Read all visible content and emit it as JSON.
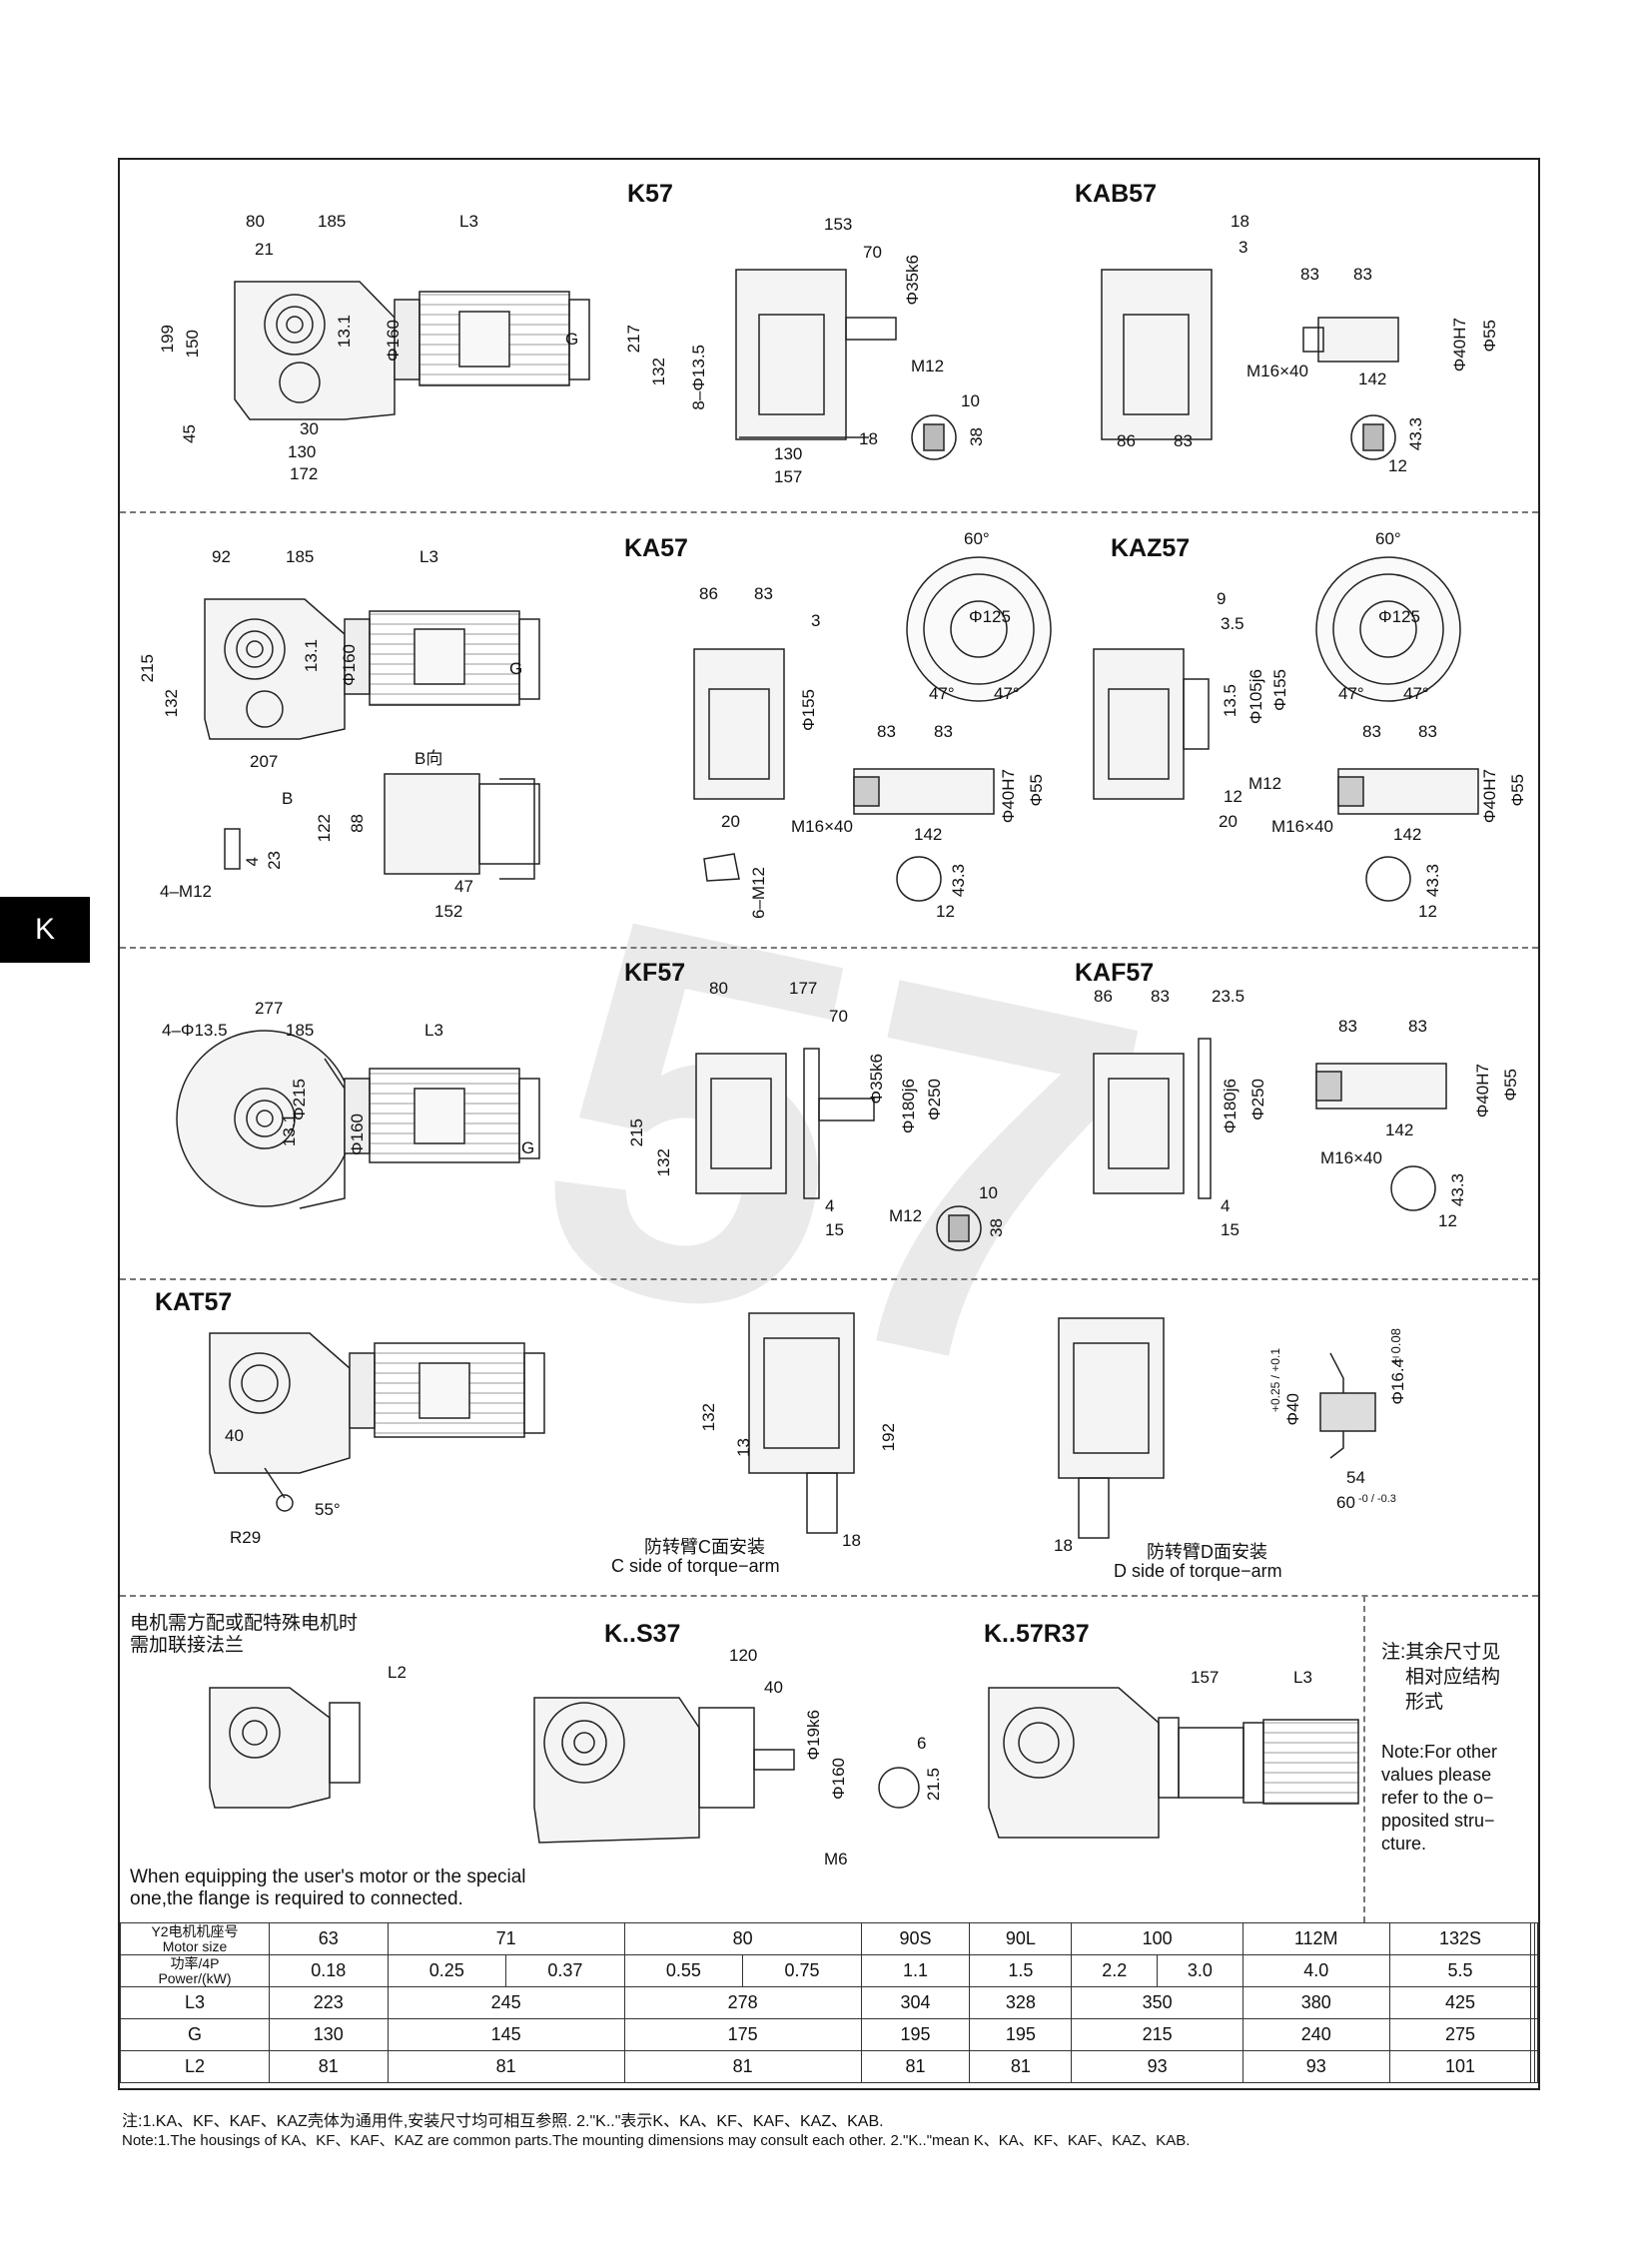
{
  "tab": "K",
  "sections": {
    "k57": "K57",
    "kab57": "KAB57",
    "ka57": "KA57",
    "kaz57": "KAZ57",
    "kf57": "KF57",
    "kaf57": "KAF57",
    "kat57": "KAT57",
    "ks37": "K..S37",
    "k57r37": "K..57R37"
  },
  "k57_dims": {
    "d80": "80",
    "d185": "185",
    "l3": "L3",
    "d21": "21",
    "d199": "199",
    "d150": "150",
    "d45": "45",
    "d131": "13.1",
    "phi160": "Φ160",
    "g": "G",
    "d30": "30",
    "d130": "130",
    "d172": "172",
    "d153": "153",
    "d70": "70",
    "phi35k6": "Φ35k6",
    "d217": "217",
    "d132": "132",
    "d8phi": "8–Φ13.5",
    "m12": "M12",
    "d18": "18",
    "d157": "157",
    "d10": "10",
    "d38": "38"
  },
  "kab57_dims": {
    "d18": "18",
    "d3": "3",
    "d83a": "83",
    "d83b": "83",
    "m16x40": "M16×40",
    "d142": "142",
    "phi40h7": "Φ40H7",
    "phi55": "Φ55",
    "d86": "86",
    "d83c": "83",
    "d433": "43.3",
    "d12": "12"
  },
  "ka57_dims": {
    "d92": "92",
    "d185": "185",
    "l3": "L3",
    "d215": "215",
    "d132": "132",
    "d131": "13.1",
    "phi160": "Φ160",
    "g": "G",
    "d207": "207",
    "b": "B",
    "bdir": "B向",
    "d122": "122",
    "d88": "88",
    "d47": "47",
    "d152": "152",
    "d4": "4",
    "d23": "23",
    "m4": "4–M12",
    "d86": "86",
    "d83": "83",
    "d3": "3",
    "phi155": "Φ155",
    "d20": "20",
    "m6": "6–M12",
    "d83a": "83",
    "d83b": "83",
    "m16x40": "M16×40",
    "d142": "142",
    "phi40h7": "Φ40H7",
    "phi55": "Φ55",
    "d433": "43.3",
    "d12": "12",
    "a60": "60°",
    "phi125": "Φ125",
    "a47a": "47°",
    "a47b": "47°"
  },
  "kaz57_dims": {
    "a60": "60°",
    "phi125": "Φ125",
    "a47a": "47°",
    "a47b": "47°",
    "d9": "9",
    "d35": "3.5",
    "d135": "13.5",
    "phi105": "Φ105j6",
    "phi155": "Φ155",
    "m12": "M12",
    "d12": "12",
    "d20": "20",
    "d83a": "83",
    "d83b": "83",
    "m16x40": "M16×40",
    "d142": "142",
    "phi40h7": "Φ40H7",
    "phi55": "Φ55",
    "d433": "43.3",
    "d12b": "12"
  },
  "kf57_dims": {
    "phi4": "4–Φ13.5",
    "d277": "277",
    "d185": "185",
    "l3": "L3",
    "phi215": "Φ215",
    "d131": "13.1",
    "phi160": "Φ160",
    "g": "G",
    "d80": "80",
    "d177": "177",
    "d70": "70",
    "phi35k6": "Φ35k6",
    "phi180": "Φ180j6",
    "phi250": "Φ250",
    "d215": "215",
    "d132": "132",
    "d4": "4",
    "d15": "15",
    "m12": "M12",
    "d10": "10",
    "d38": "38"
  },
  "kaf57_dims": {
    "d86": "86",
    "d83": "83",
    "d235": "23.5",
    "phi180": "Φ180j6",
    "phi250": "Φ250",
    "d4": "4",
    "d15": "15",
    "d83a": "83",
    "d83b": "83",
    "phi40h7": "Φ40H7",
    "phi55": "Φ55",
    "d142": "142",
    "m16x40": "M16×40",
    "d433": "43.3",
    "d12": "12"
  },
  "kat57_dims": {
    "d40": "40",
    "r29": "R29",
    "a55": "55°",
    "d132": "132",
    "d13": "13",
    "d192": "192",
    "d18a": "18",
    "d18b": "18",
    "cside_cn": "防转臂C面安装",
    "cside_en": "C side of torque−arm",
    "dside_cn": "防转臂D面安装",
    "dside_en": "D side of torque−arm",
    "phi40": "Φ40",
    "tol40": "+0.25 / +0.1",
    "phi164": "Φ16.4",
    "tol164": "±0.08",
    "d54": "54",
    "d60": "60",
    "tol60": "-0 / -0.3"
  },
  "flange_note_cn": [
    "电机需方配或配特殊电机时",
    "需加联接法兰"
  ],
  "flange_note_en": [
    "When equipping the user's motor or the special",
    "one,the flange is required to connected."
  ],
  "ks37_dims": {
    "l2": "L2",
    "d120": "120",
    "d40": "40",
    "phi19k6": "Φ19k6",
    "phi160": "Φ160",
    "m6": "M6",
    "d6": "6",
    "d215": "21.5"
  },
  "k57r37_dims": {
    "d157": "157",
    "l3": "L3"
  },
  "side_note_cn": [
    "注:其余尺寸见",
    "相对应结构",
    "形式"
  ],
  "side_note_en": [
    "Note:For other",
    "values please",
    "refer to the o−",
    "pposited stru−",
    "cture."
  ],
  "table": {
    "h1": "Y2电机机座号",
    "h2": "Motor size",
    "h3": "功率/4P",
    "h4": "Power/(kW)",
    "sizes": [
      "63",
      "71",
      "80",
      "90S",
      "90L",
      "100",
      "112M",
      "132S"
    ],
    "powers": [
      "0.18",
      "0.25",
      "0.37",
      "0.55",
      "0.75",
      "1.1",
      "1.5",
      "2.2",
      "3.0",
      "4.0",
      "5.5"
    ],
    "rows": [
      {
        "label": "L3",
        "values": [
          "223",
          "245",
          "278",
          "304",
          "328",
          "350",
          "380",
          "425"
        ]
      },
      {
        "label": "G",
        "values": [
          "130",
          "145",
          "175",
          "195",
          "195",
          "215",
          "240",
          "275"
        ]
      },
      {
        "label": "L2",
        "values": [
          "81",
          "81",
          "81",
          "81",
          "81",
          "93",
          "93",
          "101"
        ]
      }
    ]
  },
  "footnote_cn": "注:1.KA、KF、KAF、KAZ壳体为通用件,安装尺寸均可相互参照.   2.\"K..\"表示K、KA、KF、KAF、KAZ、KAB.",
  "footnote_en": "Note:1.The housings of KA、KF、KAF、KAZ are common parts.The mounting dimensions may consult each other.  2.\"K..\"mean K、KA、KF、KAF、KAZ、KAB."
}
